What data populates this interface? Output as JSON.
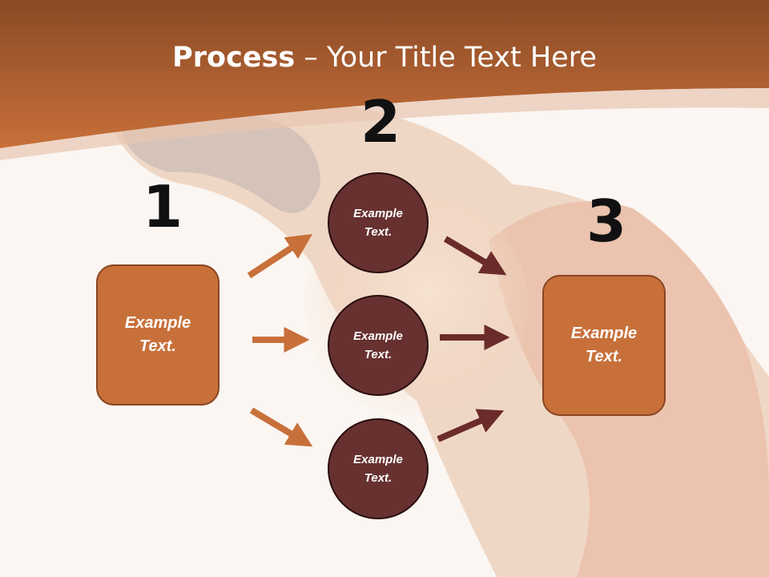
{
  "title": {
    "bold": "Process",
    "rest": " – Your Title Text Here"
  },
  "steps": [
    {
      "number": "1",
      "label_line1": "Example",
      "label_line2": "Text."
    },
    {
      "number": "2",
      "label_line1": "Example",
      "label_line2": "Text."
    },
    {
      "number": "3",
      "label_line1": "Example",
      "label_line2": "Text."
    }
  ],
  "middle_nodes": [
    {
      "line1": "Example",
      "line2": "Text."
    },
    {
      "line1": "Example",
      "line2": "Text."
    },
    {
      "line1": "Example",
      "line2": "Text."
    }
  ],
  "colors": {
    "header": "#c0673a",
    "box": "#c8703a",
    "circle": "#673130",
    "arrow_left": "#c8703a",
    "arrow_right": "#6b2b2b"
  }
}
